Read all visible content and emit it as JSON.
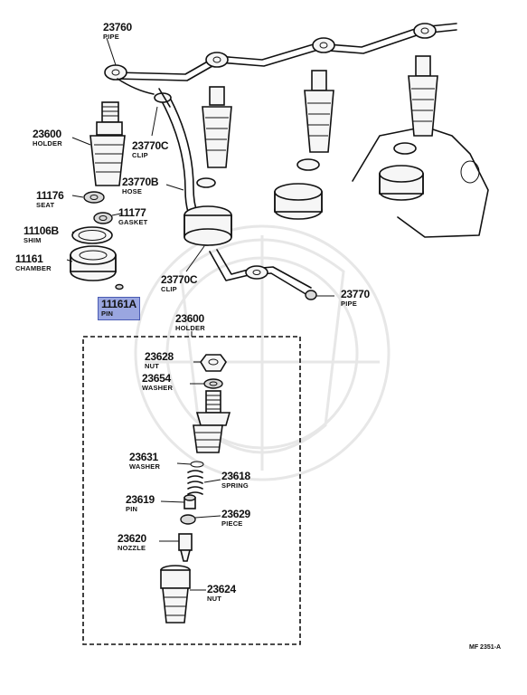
{
  "labels": {
    "l23760": {
      "num": "23760",
      "name": "PIPE"
    },
    "l23600a": {
      "num": "23600",
      "name": "HOLDER"
    },
    "l23770c_a": {
      "num": "23770C",
      "name": "CLIP"
    },
    "l23770b": {
      "num": "23770B",
      "name": "HOSE"
    },
    "l11176": {
      "num": "11176",
      "name": "SEAT"
    },
    "l11177": {
      "num": "11177",
      "name": "GASKET"
    },
    "l11106b": {
      "num": "11106B",
      "name": "SHIM"
    },
    "l11161": {
      "num": "11161",
      "name": "CHAMBER"
    },
    "l11161a": {
      "num": "11161A",
      "name": "PIN"
    },
    "l23770c_b": {
      "num": "23770C",
      "name": "CLIP"
    },
    "l23770": {
      "num": "23770",
      "name": "PIPE"
    },
    "l23600b": {
      "num": "23600",
      "name": "HOLDER"
    },
    "l23628": {
      "num": "23628",
      "name": "NUT"
    },
    "l23654": {
      "num": "23654",
      "name": "WASHER"
    },
    "l23631": {
      "num": "23631",
      "name": "WASHER"
    },
    "l23618": {
      "num": "23618",
      "name": "SPRING"
    },
    "l23619": {
      "num": "23619",
      "name": "PIN"
    },
    "l23629": {
      "num": "23629",
      "name": "PIECE"
    },
    "l23620": {
      "num": "23620",
      "name": "NOZZLE"
    },
    "l23624": {
      "num": "23624",
      "name": "NUT"
    }
  },
  "diagram_code": "MF 2351-A",
  "colors": {
    "highlight": "#9aa6e0",
    "highlight_border": "#4a5bb3",
    "line": "#111111",
    "watermark": "#e7e7e7"
  }
}
